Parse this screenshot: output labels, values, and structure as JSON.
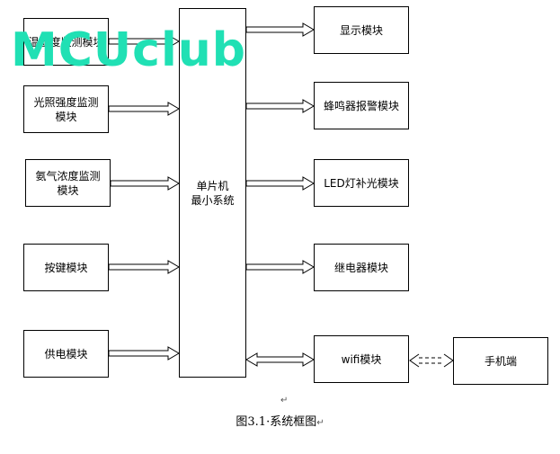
{
  "watermark": "MCUclub",
  "inputs": [
    {
      "id": "temp",
      "label": "温湿度监测模块"
    },
    {
      "id": "light",
      "label": "光照强度监测\n模块"
    },
    {
      "id": "gas",
      "label": "氨气浓度监测\n模块"
    },
    {
      "id": "keys",
      "label": "按键模块"
    },
    {
      "id": "power",
      "label": "供电模块"
    }
  ],
  "mcu": {
    "label": "单片机\n最小系统"
  },
  "outputs": [
    {
      "id": "display",
      "label": "显示模块"
    },
    {
      "id": "buzzer",
      "label": "蜂鸣器报警模块"
    },
    {
      "id": "led",
      "label": "LED灯补光模块"
    },
    {
      "id": "relay",
      "label": "继电器模块"
    },
    {
      "id": "wifi",
      "label": "wifi模块"
    }
  ],
  "phone": {
    "label": "手机端"
  },
  "caption": "图3.1·系统框图",
  "colors": {
    "line": "#000000",
    "watermark": "#20e0b4"
  }
}
